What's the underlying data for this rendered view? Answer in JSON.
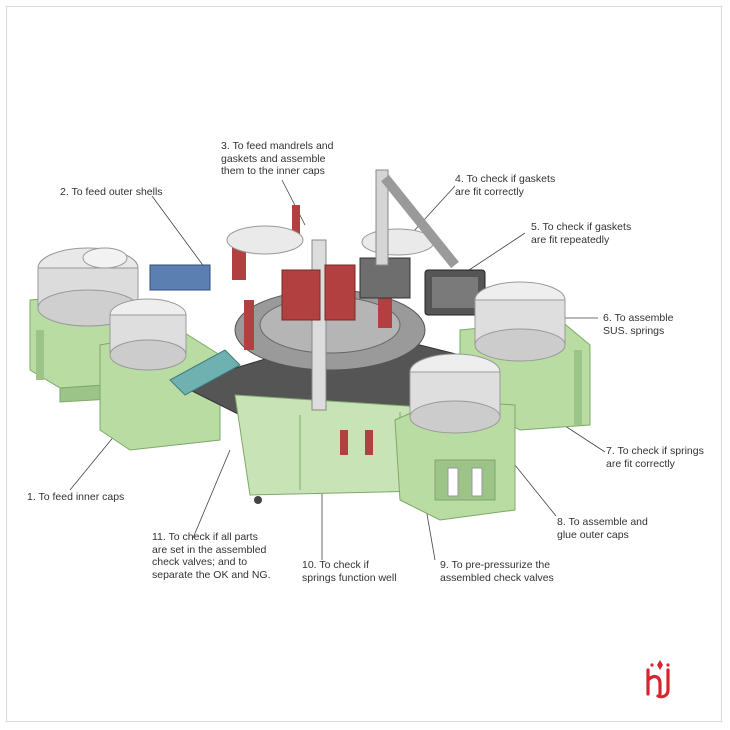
{
  "labels": {
    "l1": "1. To feed inner caps",
    "l2": "2. To feed outer shells",
    "l3": "3. To feed mandrels and\ngaskets and assemble\nthem to the inner caps",
    "l4": "4. To check if gaskets\nare fit correctly",
    "l5": "5. To check if gaskets\nare fit repeatedly",
    "l6": "6. To assemble\nSUS. springs",
    "l7": "7. To check if springs\nare fit correctly",
    "l8": "8. To assemble and\nglue outer caps",
    "l9": "9. To pre-pressurize the\nassembled check valves",
    "l10": "10. To check if\nsprings function well",
    "l11": "11. To check if all parts\nare set in the assembled\ncheck valves; and to\nseparate the OK and NG."
  },
  "colors": {
    "frame_green": "#b9dca3",
    "frame_green_dark": "#7fa86a",
    "bowl": "#e4e4e4",
    "table_top": "#5a5a5a",
    "red_part": "#b24040",
    "blue_part": "#5a7fb0",
    "logo_red": "#d9232e"
  },
  "icons": {
    "logo": "hj-logo"
  }
}
